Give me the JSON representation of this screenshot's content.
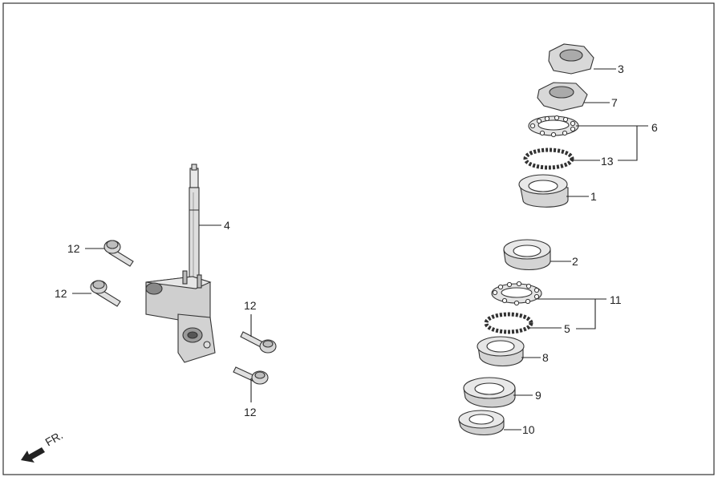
{
  "diagram": {
    "direction_label": "FR.",
    "callouts": {
      "c1": "1",
      "c2": "2",
      "c3": "3",
      "c4": "4",
      "c5": "5",
      "c6": "6",
      "c7": "7",
      "c8": "8",
      "c9": "9",
      "c10": "10",
      "c11": "11",
      "c12a": "12",
      "c12b": "12",
      "c12c": "12",
      "c12d": "12",
      "c13": "13"
    }
  }
}
